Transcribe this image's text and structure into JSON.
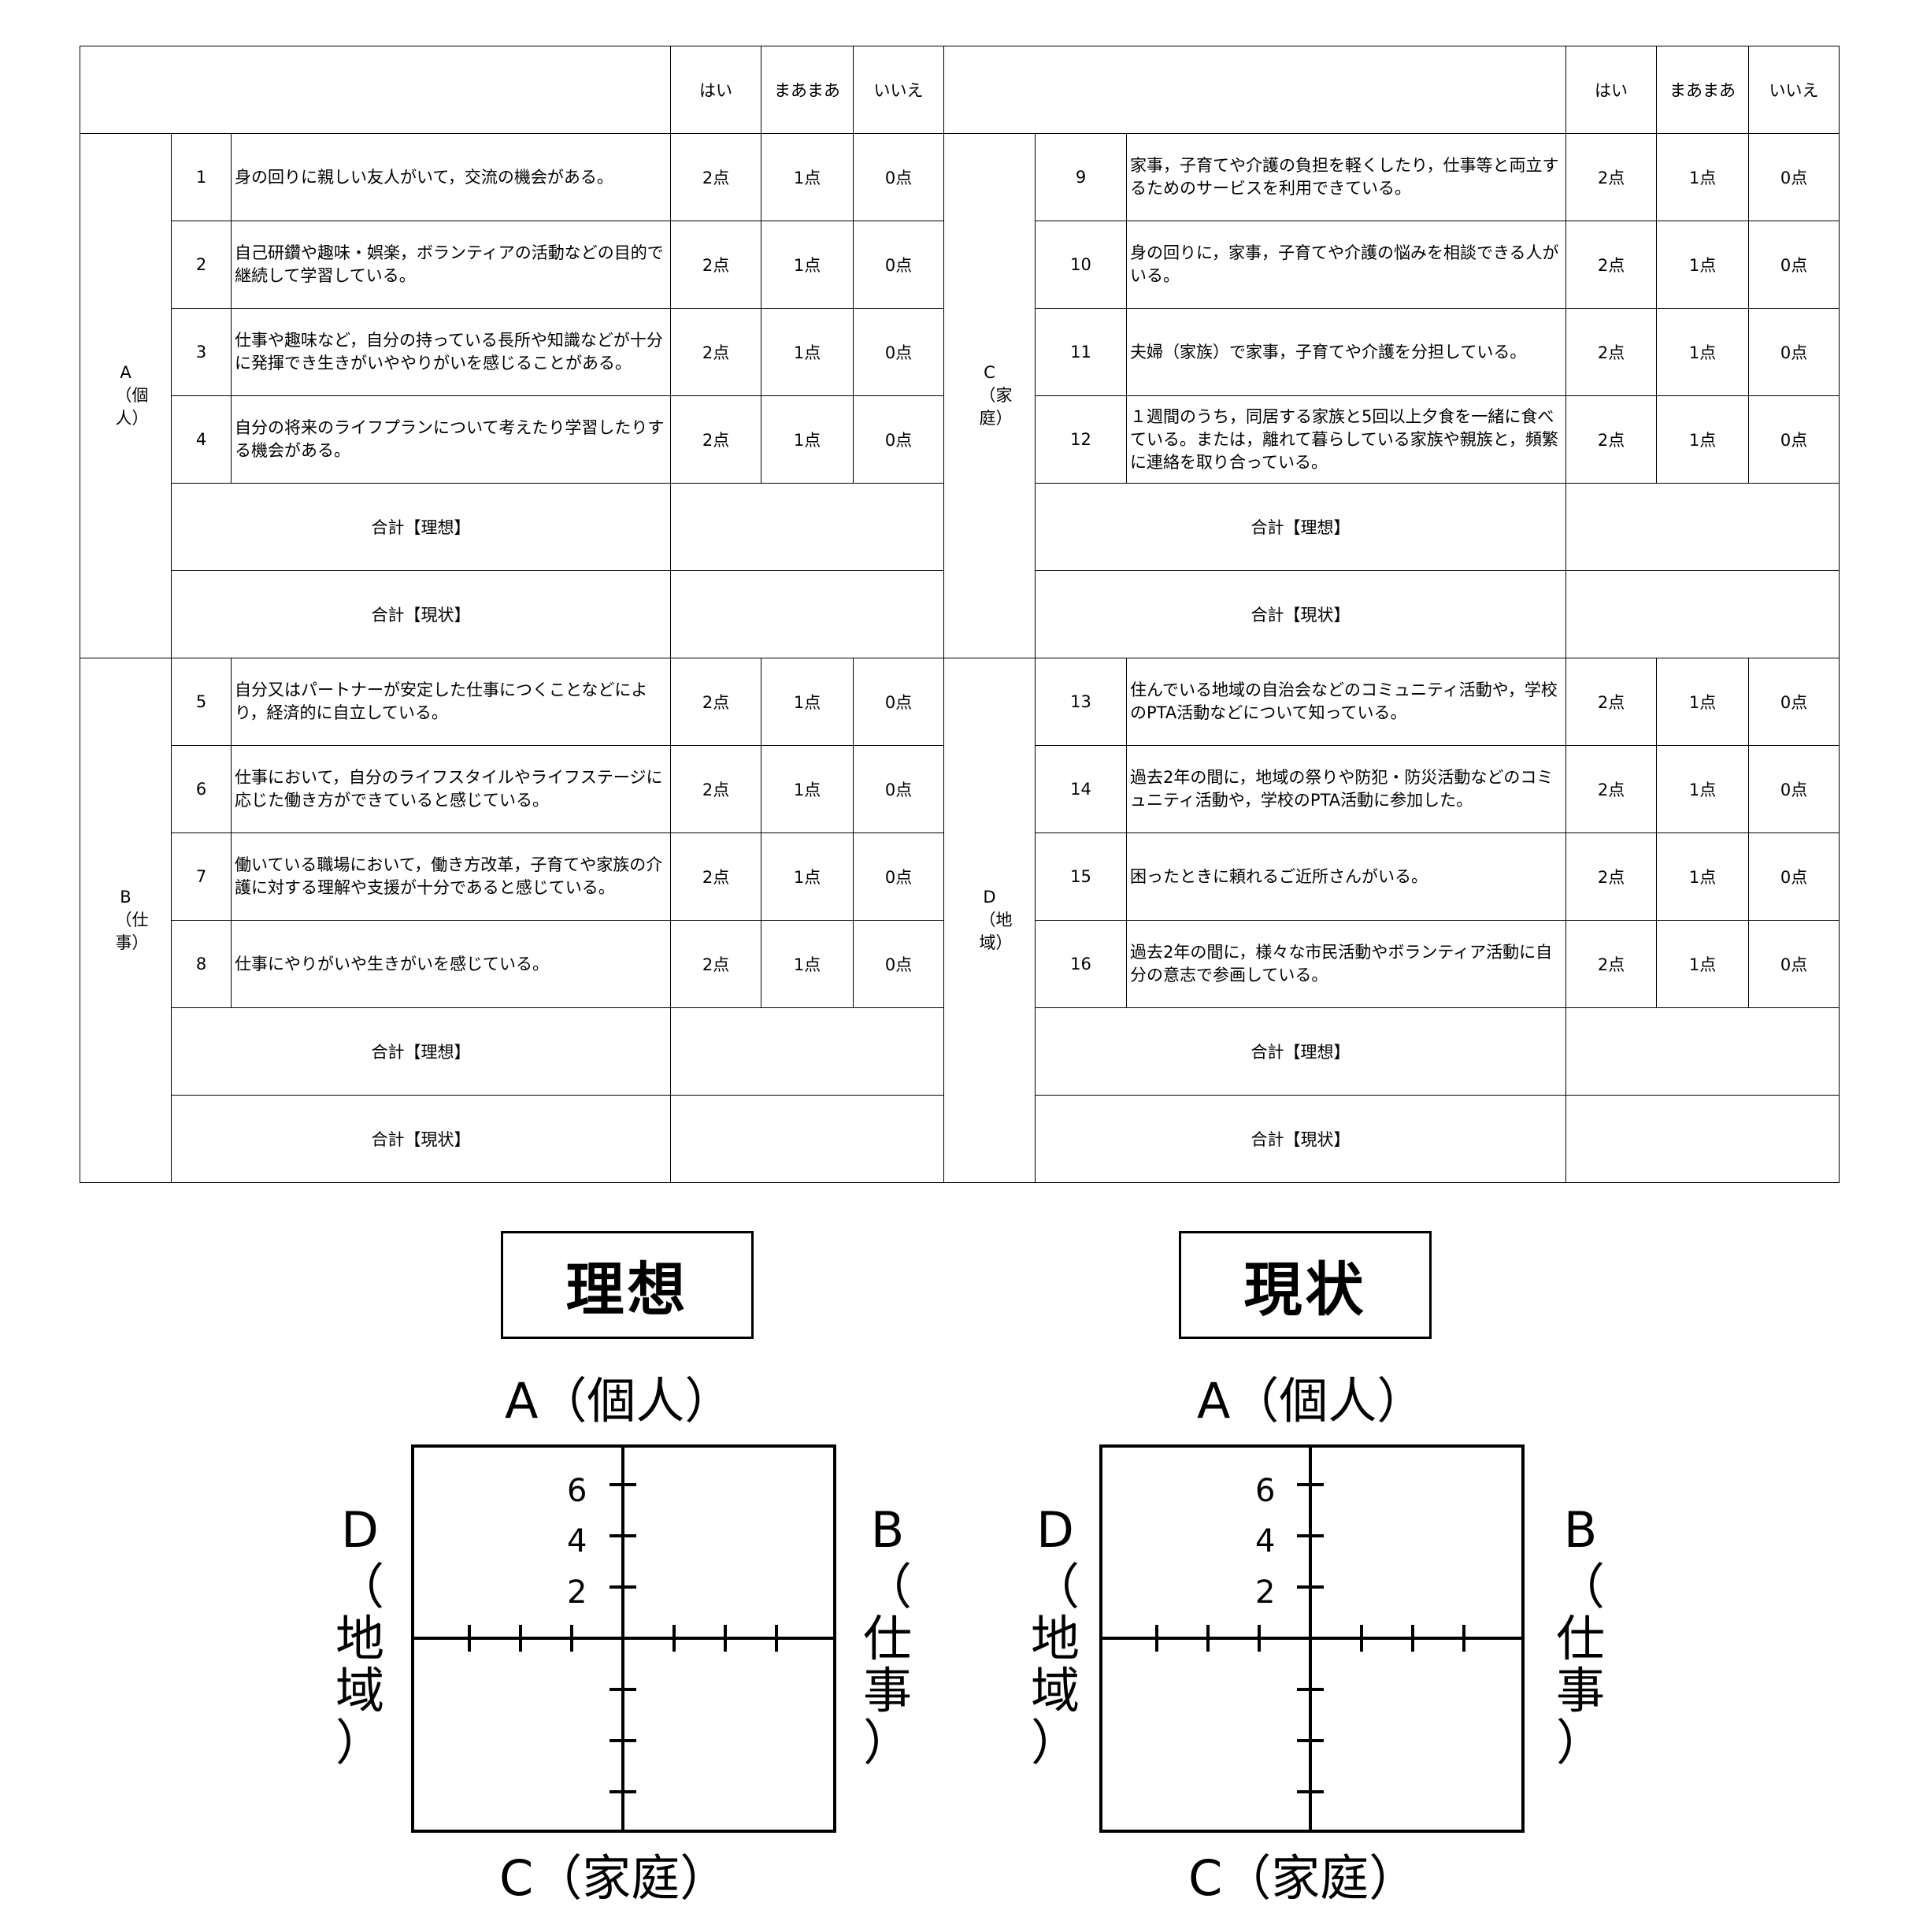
{
  "header": {
    "hai": "はい",
    "maamaa": "まあまあ",
    "iie": "いいえ"
  },
  "points": {
    "p2": "2点",
    "p1": "1点",
    "p0": "0点"
  },
  "total_ideal": "合計【理想】",
  "total_current": "合計【現状】",
  "categories": {
    "A": "A（個人）",
    "B": "B（仕事）",
    "C": "C（家庭）",
    "D": "D（地域）"
  },
  "questions": [
    {
      "no": "1",
      "text": "身の回りに親しい友人がいて，交流の機会がある。"
    },
    {
      "no": "2",
      "text": "自己研鑽や趣味・娯楽，ボランティアの活動などの目的で継続して学習している。"
    },
    {
      "no": "3",
      "text": "仕事や趣味など，自分の持っている長所や知識などが十分に発揮でき生きがいややりがいを感じることがある。"
    },
    {
      "no": "4",
      "text": "自分の将来のライフプランについて考えたり学習したりする機会がある。"
    },
    {
      "no": "5",
      "text": "自分又はパートナーが安定した仕事につくことなどにより，経済的に自立している。"
    },
    {
      "no": "6",
      "text": "仕事において，自分のライフスタイルやライフステージに応じた働き方ができていると感じている。"
    },
    {
      "no": "7",
      "text": "働いている職場において，働き方改革，子育てや家族の介護に対する理解や支援が十分であると感じている。"
    },
    {
      "no": "8",
      "text": "仕事にやりがいや生きがいを感じている。"
    },
    {
      "no": "9",
      "text": "家事，子育てや介護の負担を軽くしたり，仕事等と両立するためのサービスを利用できている。"
    },
    {
      "no": "10",
      "text": "身の回りに，家事，子育てや介護の悩みを相談できる人がいる。"
    },
    {
      "no": "11",
      "text": "夫婦（家族）で家事，子育てや介護を分担している。"
    },
    {
      "no": "12",
      "text": "１週間のうち，同居する家族と5回以上夕食を一緒に食べている。または，離れて暮らしている家族や親族と，頻繁に連絡を取り合っている。"
    },
    {
      "no": "13",
      "text": "住んでいる地域の自治会などのコミュニティ活動や，学校のPTA活動などについて知っている。"
    },
    {
      "no": "14",
      "text": "過去2年の間に，地域の祭りや防犯・防災活動などのコミュニティ活動や，学校のPTA活動に参加した。"
    },
    {
      "no": "15",
      "text": "困ったときに頼れるご近所さんがいる。"
    },
    {
      "no": "16",
      "text": "過去2年の間に，様々な市民活動やボランティア活動に自分の意志で参画している。"
    }
  ],
  "charts": {
    "ideal": {
      "title": "理想",
      "top": "A（個人）",
      "bottom": "C（家庭）",
      "left_head": "D",
      "left_rest": [
        "（",
        "地",
        "域",
        "）"
      ],
      "right_head": "B",
      "right_rest": [
        "（",
        "仕",
        "事",
        "）"
      ],
      "ticks": [
        "2",
        "4",
        "6"
      ]
    },
    "current": {
      "title": "現状",
      "top": "A（個人）",
      "bottom": "C（家庭）",
      "left_head": "D",
      "left_rest": [
        "（",
        "地",
        "域",
        "）"
      ],
      "right_head": "B",
      "right_rest": [
        "（",
        "仕",
        "事",
        "）"
      ],
      "ticks": [
        "2",
        "4",
        "6"
      ]
    }
  },
  "chart_data": [
    {
      "type": "other",
      "title": "理想",
      "axes": [
        "A（個人）",
        "B（仕事）",
        "C（家庭）",
        "D（地域）"
      ],
      "tick_labels": [
        "2",
        "4",
        "6"
      ],
      "range": [
        0,
        8
      ]
    },
    {
      "type": "other",
      "title": "現状",
      "axes": [
        "A（個人）",
        "B（仕事）",
        "C（家庭）",
        "D（地域）"
      ],
      "tick_labels": [
        "2",
        "4",
        "6"
      ],
      "range": [
        0,
        8
      ]
    }
  ]
}
